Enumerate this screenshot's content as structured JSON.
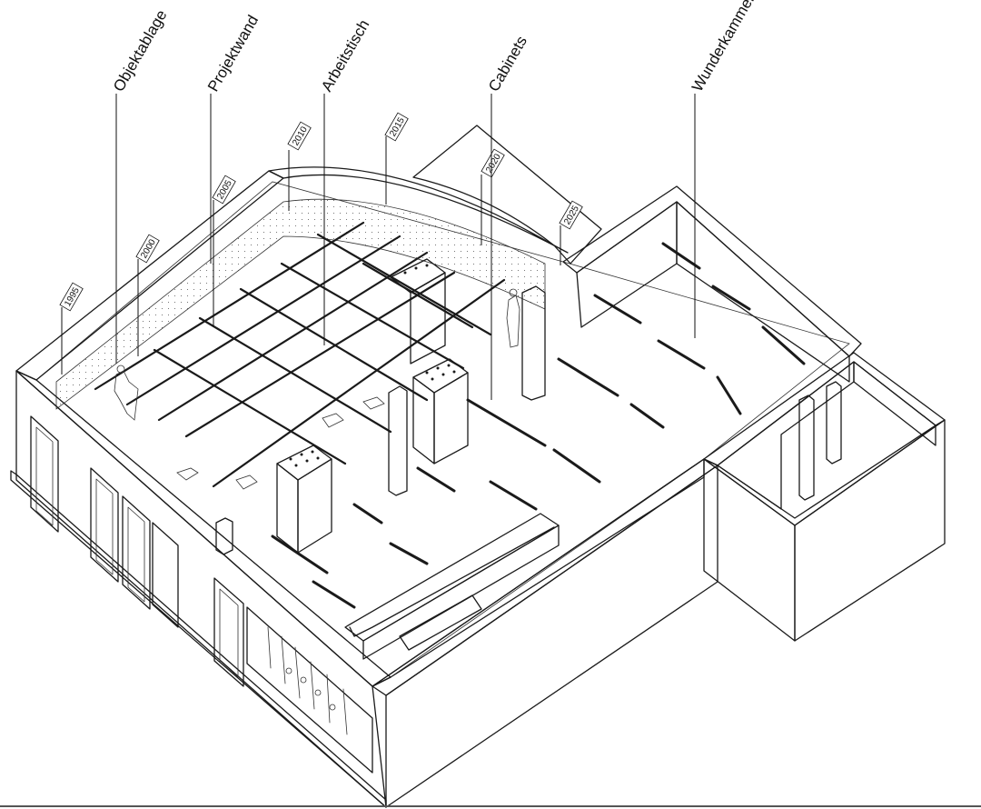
{
  "labels": [
    {
      "id": "objektablage",
      "text": "Objektablage"
    },
    {
      "id": "projektwand",
      "text": "Projektwand"
    },
    {
      "id": "arbeitstisch",
      "text": "Arbeitstisch"
    },
    {
      "id": "cabinets",
      "text": "Cabinets"
    },
    {
      "id": "wunderkammer",
      "text": "Wunderkammer"
    }
  ],
  "years": [
    "1995",
    "2000",
    "2005",
    "2010",
    "2015",
    "2020",
    "2025"
  ],
  "colors": {
    "ink": "#1a1a1a",
    "background": "#ffffff",
    "speckle": "#6a6a6a"
  }
}
